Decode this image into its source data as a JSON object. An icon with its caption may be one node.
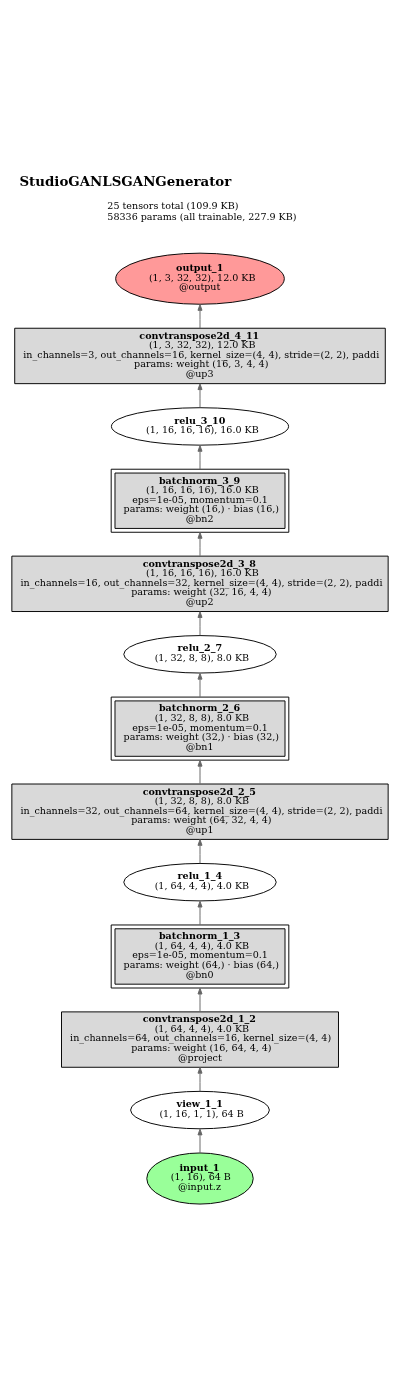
{
  "diagram": {
    "title": "StudioGANLSGANGenerator",
    "nodes": [
      {
        "text": [
          "output_1",
          "(1, 3, 32, 32), 12.0 KB",
          "@output"
        ]
      },
      {
        "text": [
          "convtranspose2d_4_11",
          "(1, 3, 32, 32), 12.0 KB",
          "in_channels=3, out_channels=16, kernel_size=(4, 4), stride=(2, 2), paddi",
          "params: weight (16, 3, 4, 4)",
          "@up3"
        ]
      },
      {
        "text": [
          "relu_3_10",
          "(1, 16, 16, 16), 16.0 KB"
        ]
      },
      {
        "text": [
          "batchnorm_3_9",
          "(1, 16, 16, 16), 16.0 KB",
          "eps=1e-05, momentum=0.1",
          "params: weight (16,) · bias (16,)",
          "@bn2"
        ]
      },
      {
        "text": [
          "convtranspose2d_3_8",
          "(1, 16, 16, 16), 16.0 KB",
          "in_channels=16, out_channels=32, kernel_size=(4, 4), stride=(2, 2), paddi",
          "params: weight (32, 16, 4, 4)",
          "@up2"
        ]
      },
      {
        "text": [
          "relu_2_7",
          "(1, 32, 8, 8), 8.0 KB"
        ]
      },
      {
        "text": [
          "batchnorm_2_6",
          "(1, 32, 8, 8), 8.0 KB",
          "eps=1e-05, momentum=0.1",
          "params: weight (32,) · bias (32,)",
          "@bn1"
        ]
      },
      {
        "text": [
          "convtranspose2d_2_5",
          "(1, 32, 8, 8), 8.0 KB",
          "in_channels=32, out_channels=64, kernel_size=(4, 4), stride=(2, 2), paddi",
          "params: weight (64, 32, 4, 4)",
          "@up1"
        ]
      },
      {
        "text": [
          "relu_1_4",
          "(1, 64, 4, 4), 4.0 KB"
        ]
      },
      {
        "text": [
          "batchnorm_1_3",
          "(1, 64, 4, 4), 4.0 KB",
          "eps=1e-05, momentum=0.1",
          "params: weight (64,) · bias (64,)",
          "@bn0"
        ]
      },
      {
        "text": [
          "convtranspose2d_1_2",
          "(1, 64, 4, 4), 4.0 KB",
          "in_channels=64, out_channels=16, kernel_size=(4, 4)",
          "params: weight (16, 64, 4, 4)",
          "@project"
        ]
      },
      {
        "text": [
          "view_1_1",
          "(1, 16, 1, 1), 64 B"
        ]
      },
      {
        "text": [
          "input_1",
          "(1, 16), 64 B",
          "@input.z"
        ]
      }
    ],
    "edges": [
      {
        "from": 12,
        "to": 11,
        "arrow": "to"
      },
      {
        "from": 11,
        "to": 10,
        "arrow": "to"
      },
      {
        "from": 10,
        "to": 9,
        "arrow": "to"
      },
      {
        "from": 9,
        "to": 8,
        "arrow": "to"
      },
      {
        "from": 8,
        "to": 7,
        "arrow": "to"
      },
      {
        "from": 7,
        "to": 6,
        "arrow": "to"
      },
      {
        "from": 6,
        "to": 5,
        "arrow": "to"
      },
      {
        "from": 5,
        "to": 4,
        "arrow": "to"
      },
      {
        "from": 4,
        "to": 3,
        "arrow": "to"
      },
      {
        "from": 3,
        "to": 2,
        "arrow": "to"
      },
      {
        "from": 2,
        "to": 1,
        "arrow": "to"
      },
      {
        "from": 1,
        "to": 0,
        "arrow": "to"
      }
    ],
    "labels": [
      "25 tensors total (109.9 KB)",
      "58336 params (all trainable, 227.9 KB)"
    ]
  }
}
